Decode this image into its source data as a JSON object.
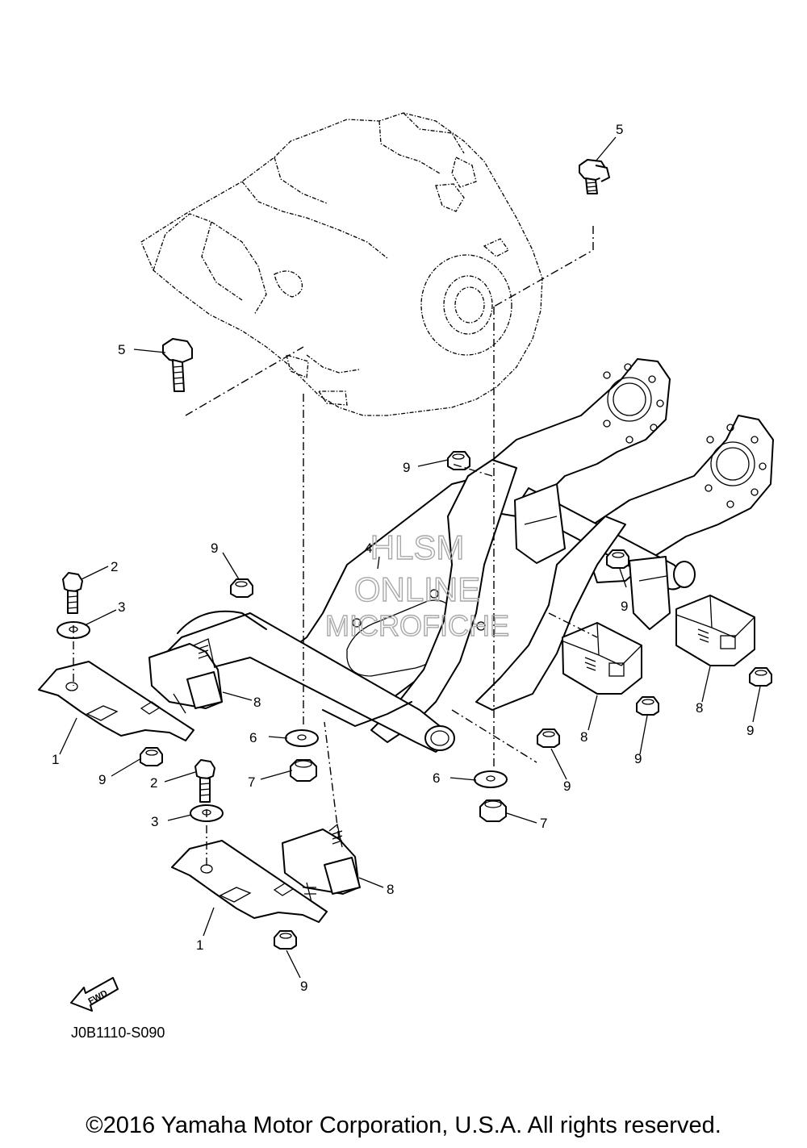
{
  "diagram": {
    "code": "J0B1110-S090",
    "fwd_label": "FWD",
    "callouts": [
      {
        "key": "c5a",
        "text": "5"
      },
      {
        "key": "c5b",
        "text": "5"
      },
      {
        "key": "c9a",
        "text": "9"
      },
      {
        "key": "c4",
        "text": "4"
      },
      {
        "key": "c9b",
        "text": "9"
      },
      {
        "key": "c2a",
        "text": "2"
      },
      {
        "key": "c3a",
        "text": "3"
      },
      {
        "key": "c9c",
        "text": "9"
      },
      {
        "key": "c8a",
        "text": "8"
      },
      {
        "key": "c1a",
        "text": "1"
      },
      {
        "key": "c9d",
        "text": "9"
      },
      {
        "key": "c6a",
        "text": "6"
      },
      {
        "key": "c7a",
        "text": "7"
      },
      {
        "key": "c2b",
        "text": "2"
      },
      {
        "key": "c3b",
        "text": "3"
      },
      {
        "key": "c8b",
        "text": "8"
      },
      {
        "key": "c1b",
        "text": "1"
      },
      {
        "key": "c9e",
        "text": "9"
      },
      {
        "key": "c6b",
        "text": "6"
      },
      {
        "key": "c7b",
        "text": "7"
      },
      {
        "key": "c9f",
        "text": "9"
      },
      {
        "key": "c8c",
        "text": "8"
      },
      {
        "key": "c9g",
        "text": "9"
      },
      {
        "key": "c8d",
        "text": "8"
      },
      {
        "key": "c9h",
        "text": "9"
      }
    ]
  },
  "watermark": {
    "line1": "HLSM",
    "line2": "ONLINE",
    "line3": "MICROFICHE"
  },
  "footer": {
    "copyright": "©2016 Yamaha Motor Corporation, U.S.A. All rights reserved."
  }
}
